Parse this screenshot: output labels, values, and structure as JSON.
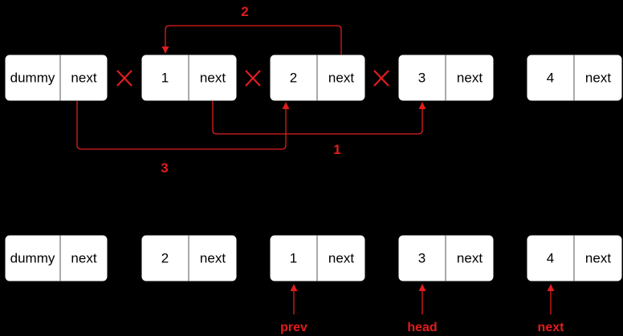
{
  "colors": {
    "background": "#000000",
    "node_fill": "#ffffff",
    "accent_red": "#e11d1d",
    "text": "#000000"
  },
  "top_row": {
    "nodes": [
      {
        "value": "dummy",
        "next_label": "next"
      },
      {
        "value": "1",
        "next_label": "next"
      },
      {
        "value": "2",
        "next_label": "next"
      },
      {
        "value": "3",
        "next_label": "next"
      },
      {
        "value": "4",
        "next_label": "next"
      }
    ],
    "step_labels": {
      "step1": "1",
      "step2": "2",
      "step3": "3"
    }
  },
  "bottom_row": {
    "nodes": [
      {
        "value": "dummy",
        "next_label": "next"
      },
      {
        "value": "2",
        "next_label": "next"
      },
      {
        "value": "1",
        "next_label": "next"
      },
      {
        "value": "3",
        "next_label": "next"
      },
      {
        "value": "4",
        "next_label": "next"
      }
    ],
    "pointers": {
      "prev": "prev",
      "head": "head",
      "next": "next"
    }
  },
  "icons": {
    "broken_link": "cross-icon",
    "pointer": "arrow-up-icon"
  }
}
